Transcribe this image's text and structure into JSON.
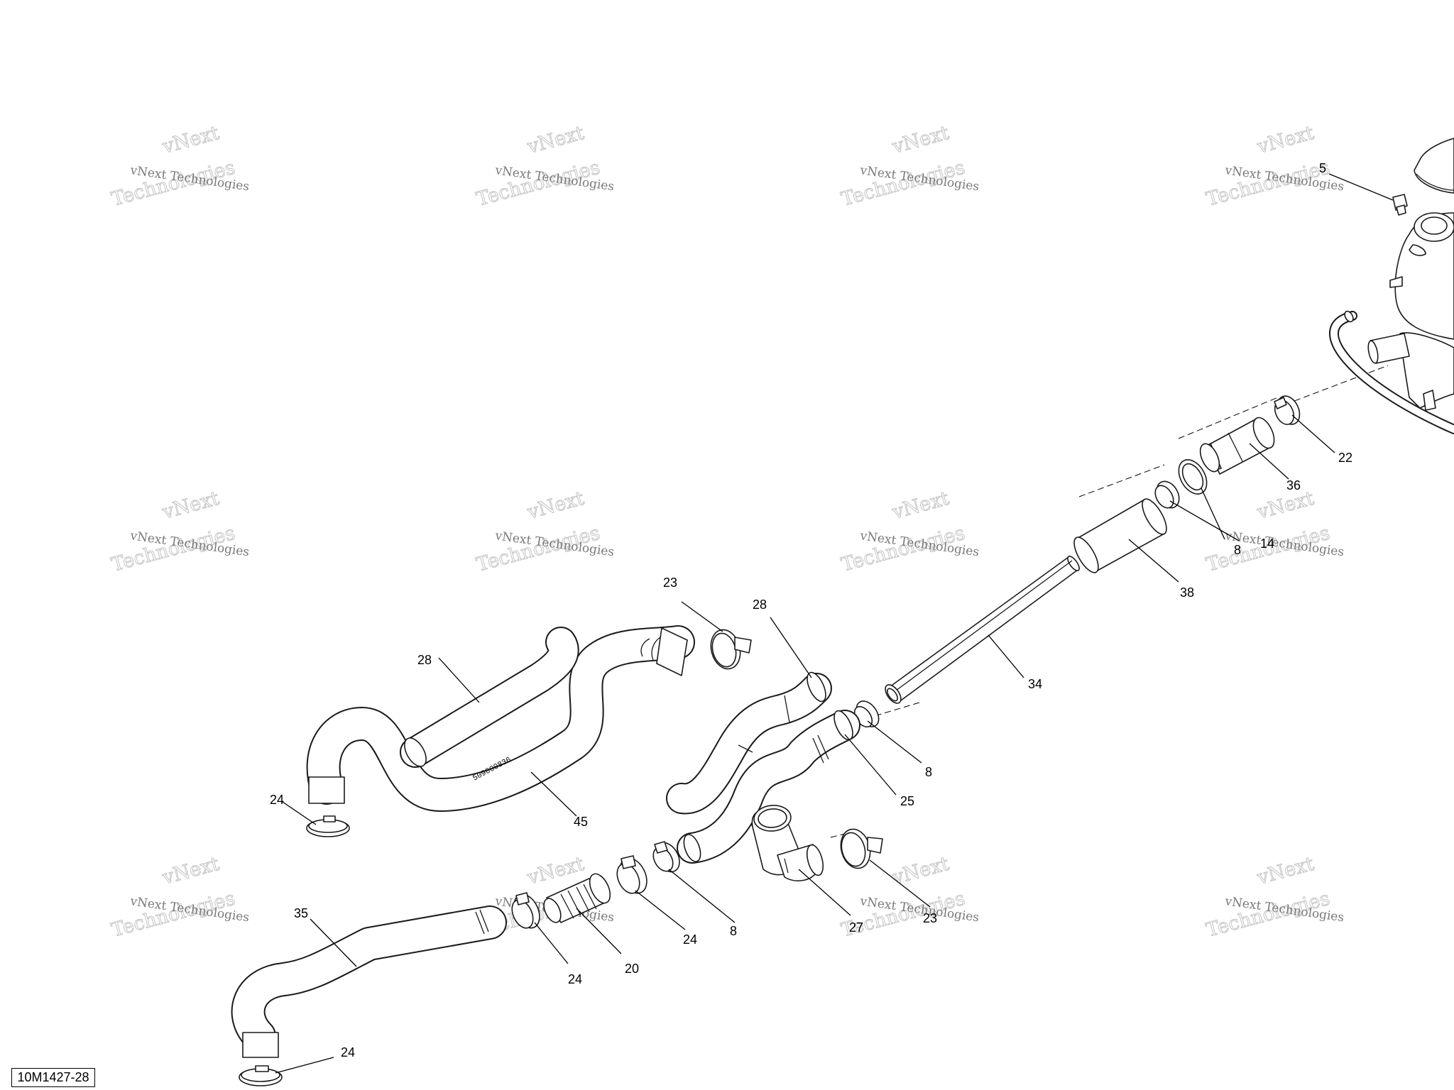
{
  "watermark": {
    "line1": "vNext Technologies",
    "line2a": "vNext",
    "line2b": "Technologies"
  },
  "drawing_ref": "10M1427-28",
  "hose_marking": "509000836",
  "callouts": {
    "c5": "5",
    "c22": "22",
    "c36": "36",
    "c8a": "8",
    "c14": "14",
    "c38": "38",
    "c34": "34",
    "c23a": "23",
    "c28a": "28",
    "c28b": "28",
    "c8b": "8",
    "c25": "25",
    "c24a": "24",
    "c45": "45",
    "c35": "35",
    "c24b": "24",
    "c20": "20",
    "c24c": "24",
    "c8c": "8",
    "c27": "27",
    "c23b": "23",
    "c24d": "24"
  }
}
